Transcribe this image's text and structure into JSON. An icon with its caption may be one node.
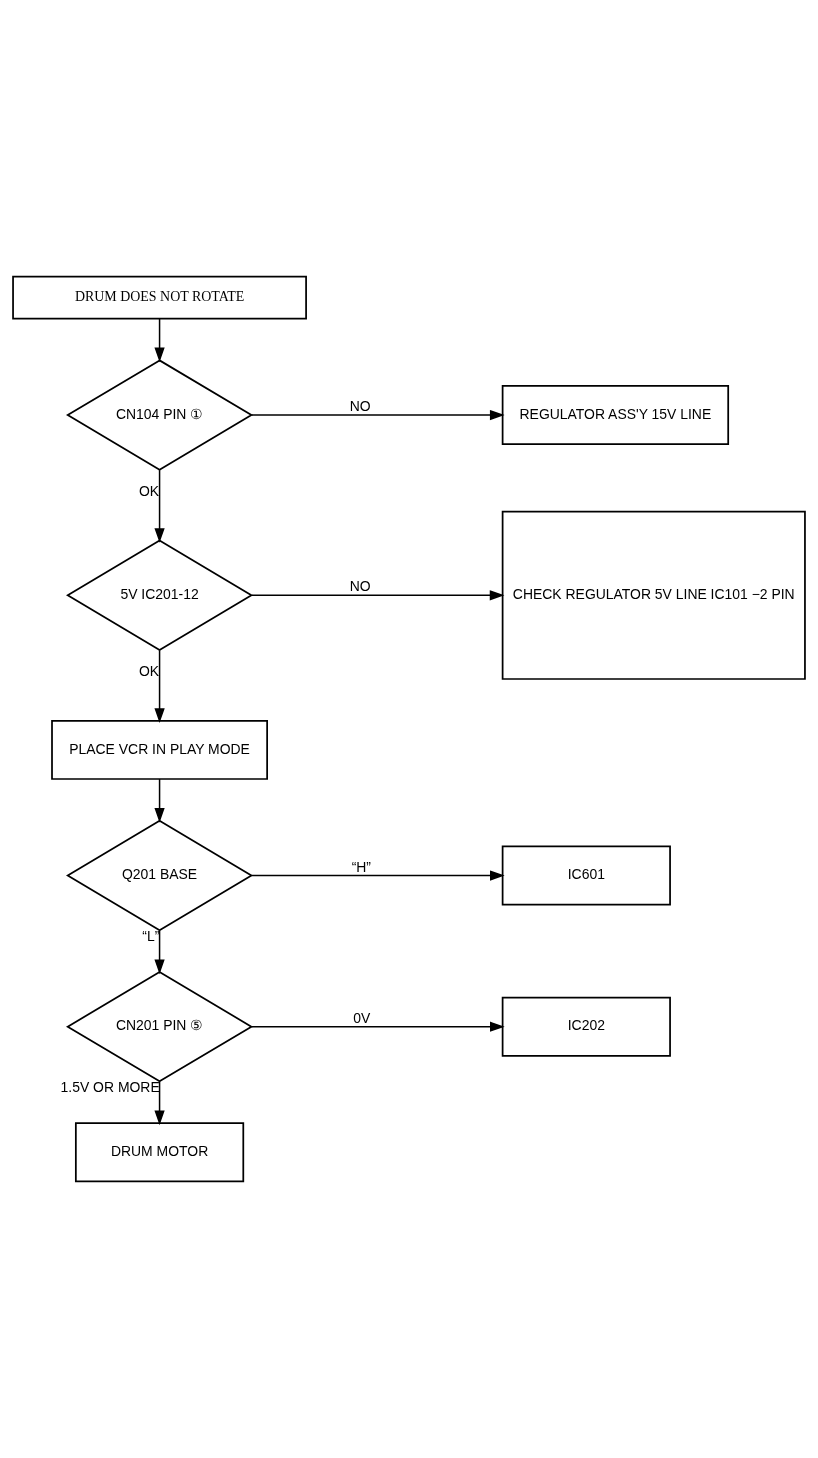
{
  "diagram": {
    "nodes": [
      {
        "text": [
          "DRUM DOES NOT ROTATE"
        ]
      },
      {
        "text": [
          "CN104 PIN ①"
        ]
      },
      {
        "text": [
          "REGULATOR ASS'Y 15V LINE"
        ]
      },
      {
        "text": [
          "5V IC201-12"
        ]
      },
      {
        "text": [
          "CHECK REGULATOR 5V LINE IC101 −2 PIN"
        ]
      },
      {
        "text": [
          "PLACE VCR IN PLAY MODE"
        ]
      },
      {
        "text": [
          "Q201 BASE"
        ]
      },
      {
        "text": [
          "IC601"
        ]
      },
      {
        "text": [
          "CN201 PIN ⑤"
        ]
      },
      {
        "text": [
          "IC202"
        ]
      },
      {
        "text": [
          "DRUM MOTOR"
        ]
      }
    ],
    "edges": [
      {
        "from": 0,
        "to": 1,
        "arrow": "to"
      },
      {
        "from": 1,
        "to": 2,
        "arrow": "to",
        "label": "NO"
      },
      {
        "from": 1,
        "to": 3,
        "arrow": "to",
        "label": "OK"
      },
      {
        "from": 3,
        "to": 4,
        "arrow": "to",
        "label": "NO"
      },
      {
        "from": 3,
        "to": 5,
        "arrow": "to",
        "label": "OK"
      },
      {
        "from": 5,
        "to": 6,
        "arrow": "to"
      },
      {
        "from": 6,
        "to": 7,
        "arrow": "to",
        "label": "“H”"
      },
      {
        "from": 6,
        "to": 8,
        "arrow": "to",
        "label": "“L”"
      },
      {
        "from": 8,
        "to": 9,
        "arrow": "to",
        "label": "0V"
      },
      {
        "from": 8,
        "to": 10,
        "arrow": "to",
        "label": "1.5V OR MORE"
      }
    ]
  }
}
